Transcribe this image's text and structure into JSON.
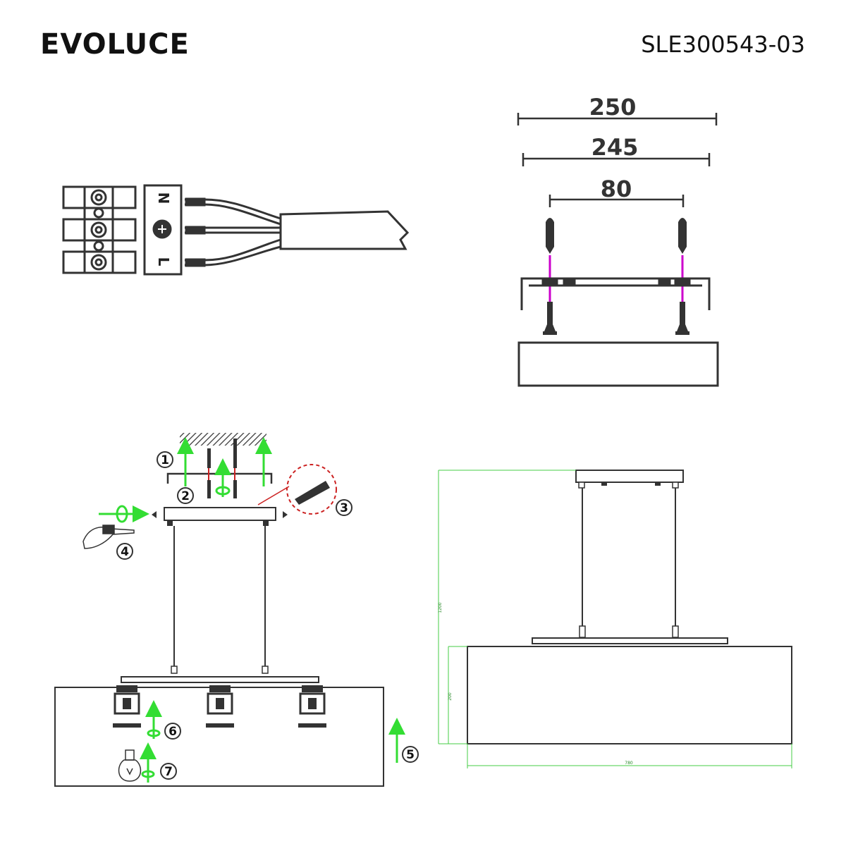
{
  "header": {
    "brand": "EVOLUCE",
    "model": "SLE300543-03"
  },
  "wiring": {
    "labels": [
      "N",
      "L"
    ]
  },
  "mounting": {
    "dimensions": [
      "250",
      "245",
      "80"
    ]
  },
  "assembly": {
    "steps": [
      "1",
      "2",
      "3",
      "4",
      "5",
      "6",
      "7"
    ]
  },
  "side_view": {
    "height_total": "1200",
    "shade_height": "200",
    "width": "780"
  },
  "colors": {
    "line": "#333333",
    "arrow": "#33dd33",
    "screw_guide": "#cc00cc",
    "callout": "#cc2222",
    "dimension": "#44cc44"
  }
}
